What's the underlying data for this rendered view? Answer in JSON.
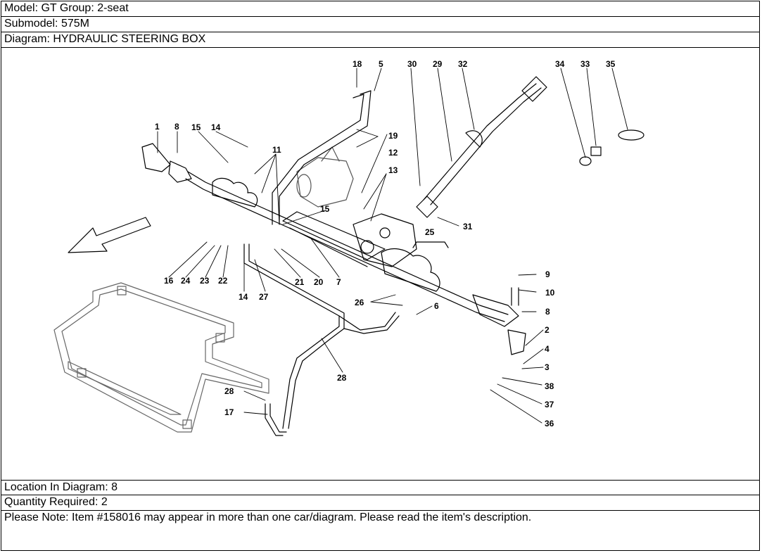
{
  "header": {
    "model_line": "Model: GT Group: 2-seat",
    "submodel_line": "Submodel: 575M",
    "diagram_line": "Diagram: HYDRAULIC STEERING BOX"
  },
  "footer": {
    "location_line": "Location In Diagram: 8",
    "quantity_line": "Quantity Required: 2",
    "note_line": "Please Note: Item #158016 may appear in more than one car/diagram. Please read the item's description."
  },
  "callouts": [
    "1",
    "2",
    "3",
    "4",
    "5",
    "6",
    "7",
    "8",
    "8",
    "9",
    "10",
    "11",
    "12",
    "13",
    "14",
    "14",
    "15",
    "15",
    "16",
    "17",
    "18",
    "19",
    "20",
    "21",
    "22",
    "23",
    "24",
    "25",
    "26",
    "27",
    "28",
    "28",
    "29",
    "30",
    "31",
    "32",
    "33",
    "34",
    "35",
    "36",
    "37",
    "38"
  ]
}
